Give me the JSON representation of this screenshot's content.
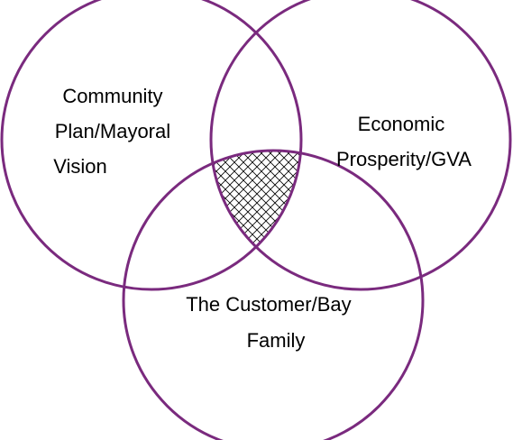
{
  "diagram": {
    "type": "venn",
    "colors": {
      "outline": "#7a2a7e",
      "text": "#000000",
      "hatch": "#000000",
      "background": "#ffffff"
    },
    "sets": [
      {
        "label_lines": [
          "Community",
          "Plan/Mayoral",
          "Vision"
        ]
      },
      {
        "label_lines": [
          "Economic",
          "Prosperity/GVA"
        ]
      },
      {
        "label_lines": [
          "The Customer/Bay",
          "Family"
        ]
      }
    ],
    "intersection_pattern": "cross-hatch"
  }
}
